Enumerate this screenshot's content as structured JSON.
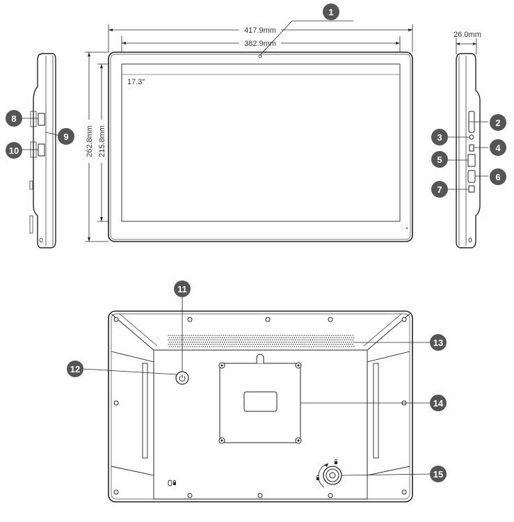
{
  "dimensions": {
    "outer_width": "417.9mm",
    "inner_width": "382.9mm",
    "outer_height": "262.8mm",
    "inner_height": "215.8mm",
    "depth": "26.0mm",
    "screen_size": "17.3″"
  },
  "callouts": [
    "1",
    "2",
    "3",
    "4",
    "5",
    "6",
    "7",
    "8",
    "9",
    "10",
    "11",
    "12",
    "13",
    "14",
    "15"
  ],
  "colors": {
    "callout_fill": "#555555",
    "line": "#222222",
    "background": "#ffffff"
  },
  "icons": {
    "power": "power-icon",
    "lock": "lock-icon",
    "unlock": "unlock-icon"
  }
}
